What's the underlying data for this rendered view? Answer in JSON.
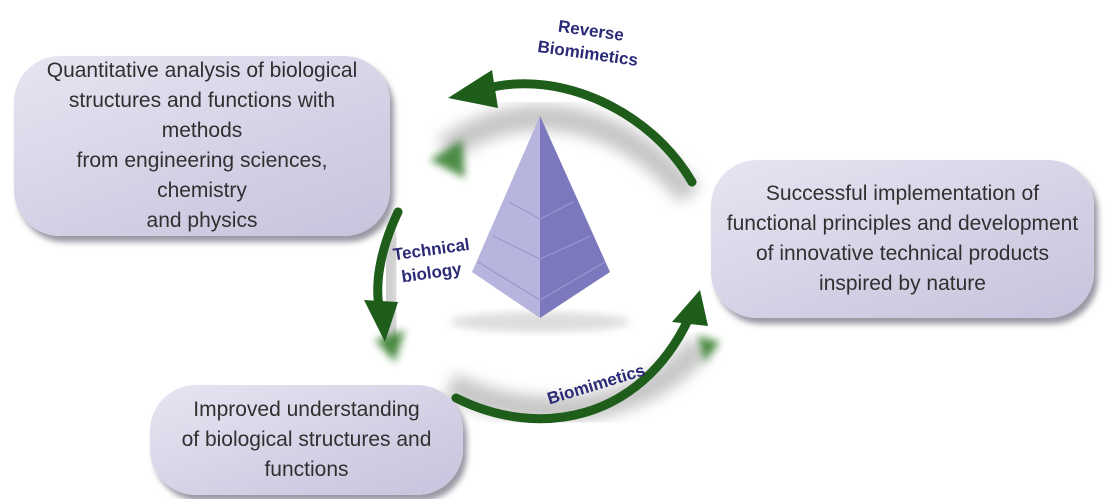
{
  "boxes": {
    "top_left": "Quantitative analysis of biological\nstructures and functions with methods\nfrom engineering sciences, chemistry\nand physics",
    "right": "Successful implementation of\nfunctional principles and development\nof innovative technical products\ninspired by nature",
    "bottom_left": "Improved understanding\nof biological structures and\nfunctions"
  },
  "labels": {
    "reverse_line1": "Reverse",
    "reverse_line2": "Biomimetics",
    "technical_line1": "Technical",
    "technical_line2": "biology",
    "biomimetics": "Biomimetics"
  },
  "colors": {
    "arrow": "#1e5d1a",
    "label": "#2b2a76",
    "box": "#d3d0e5"
  }
}
